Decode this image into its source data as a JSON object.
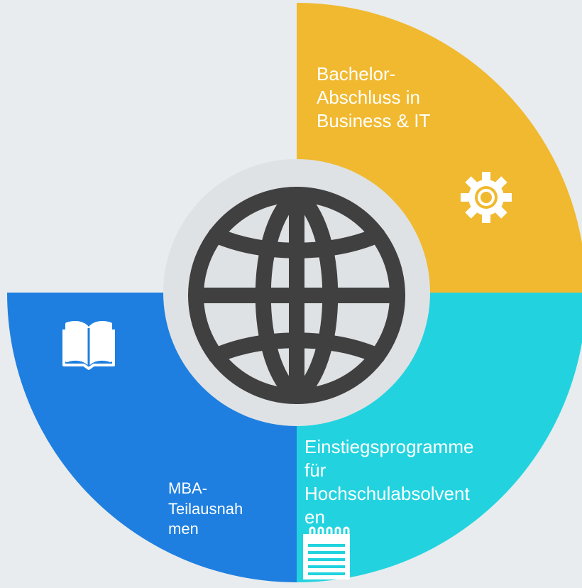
{
  "diagram": {
    "center_icon": "globe-icon",
    "segments": [
      {
        "id": "top-right",
        "label": "Bachelor-\nAbschluss in\nBusiness & IT",
        "icon": "gear-icon",
        "color": "#f0b92f"
      },
      {
        "id": "bottom-right",
        "label": "Einstiegsprogramme\nfür\nHochschulabsolvent\nen",
        "icon": "notepad-icon",
        "color": "#22d3df"
      },
      {
        "id": "bottom-left",
        "label": "MBA-\nTeilausnah\nmen",
        "icon": "book-icon",
        "color": "#1e7fe0"
      }
    ],
    "colors": {
      "background": "#e8ecee",
      "center_disc": "#dfe2e4",
      "globe": "#404040"
    }
  }
}
